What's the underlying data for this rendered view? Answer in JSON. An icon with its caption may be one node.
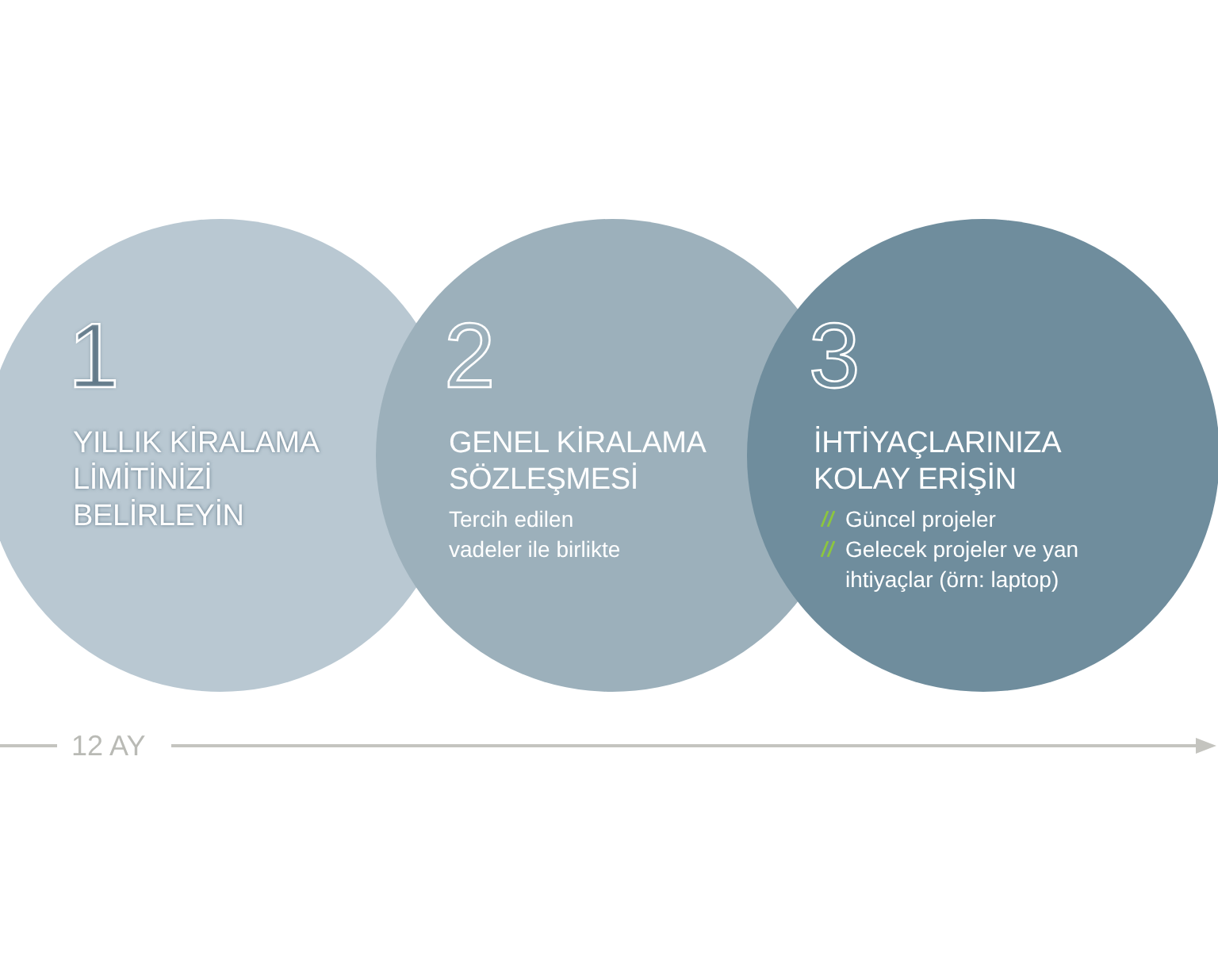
{
  "diagram": {
    "nodes": [
      {
        "text": [
          "1",
          "YILLIK KİRALAMA LİMİTİNİZİ BELİRLEYİN"
        ]
      },
      {
        "text": [
          "2",
          "GENEL KİRALAMA SÖZLEŞMESİ",
          "Tercih edilen vadeler ile birlikte"
        ]
      },
      {
        "text": [
          "3",
          "İHTİYAÇLARINIZA KOLAY ERİŞİN",
          "Güncel projeler",
          "Gelecek projeler ve yan ihtiyaçlar (örn: laptop)"
        ]
      }
    ],
    "edges": [],
    "labels": [
      "12 AY"
    ]
  }
}
